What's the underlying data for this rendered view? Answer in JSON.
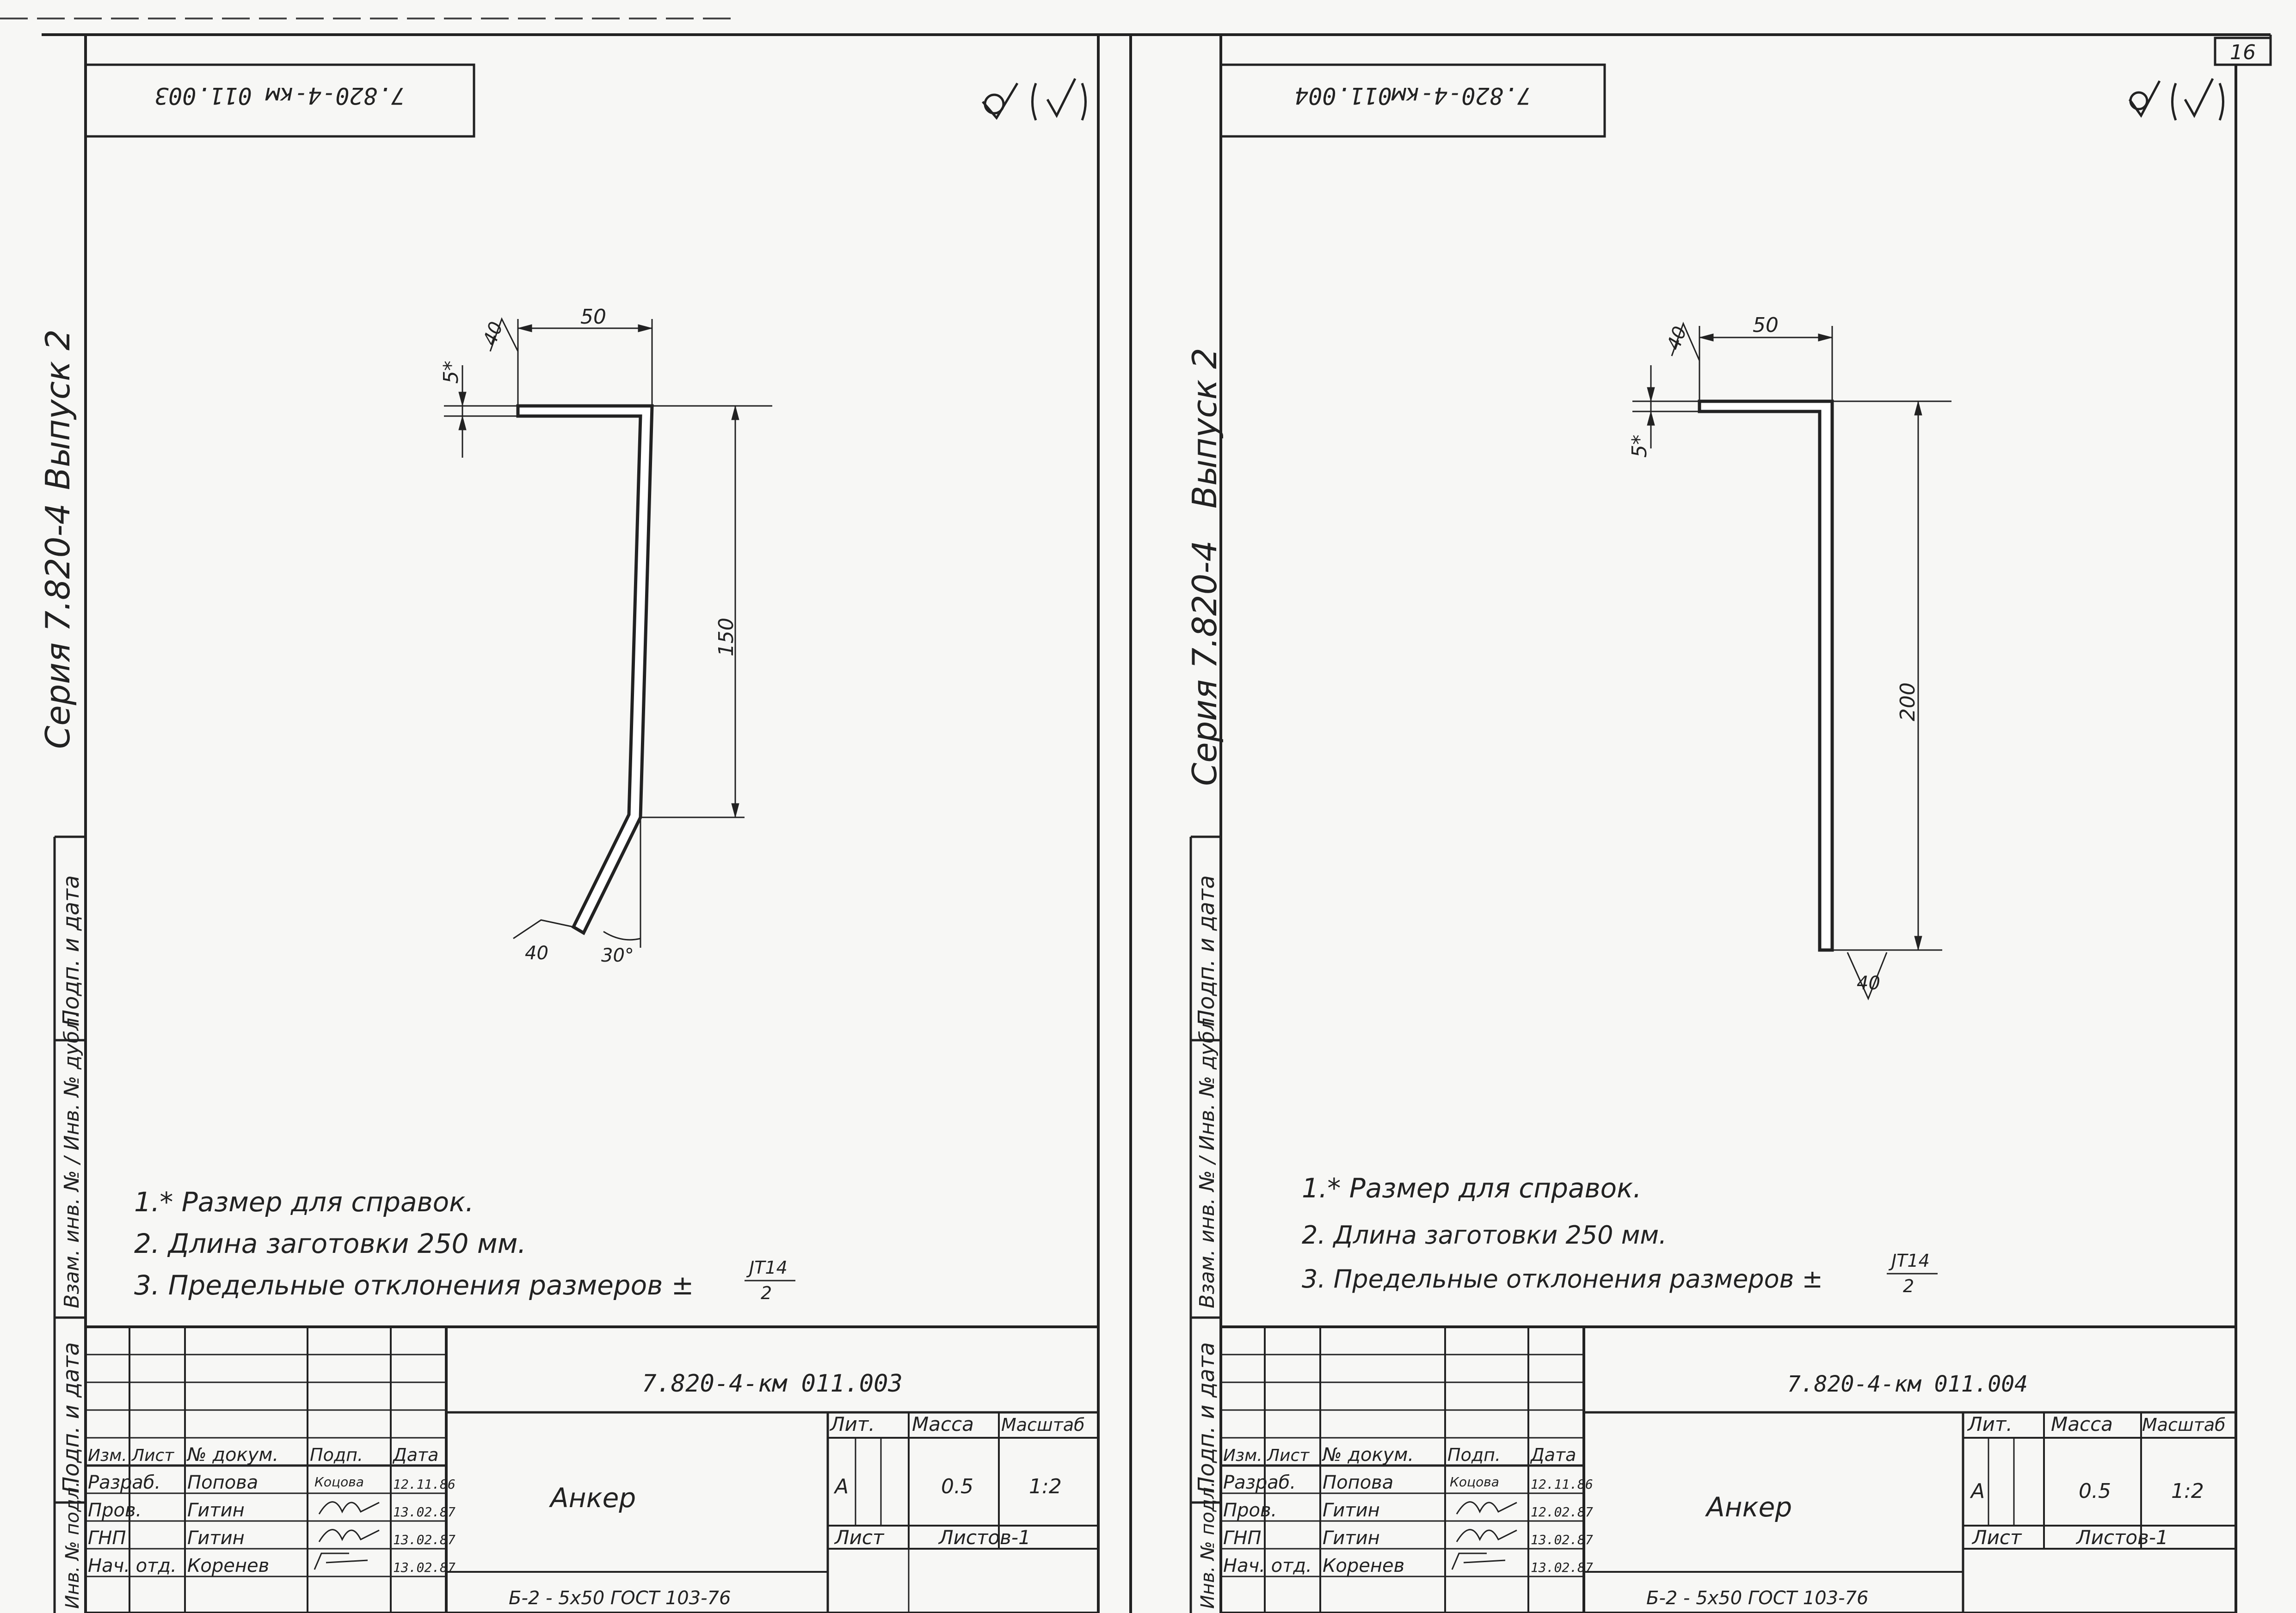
{
  "sheet_number": "16",
  "left": {
    "top_code": "7.820-4-км 011.003",
    "series": "Серия 7.820-4",
    "issue": "Выпуск 2",
    "side_labels": [
      "Подп. и дата",
      "Взам. инв. № / Инв. № дубл.",
      "Подп. и дата",
      "Инв. № подл."
    ],
    "dims": {
      "top_len": "50",
      "top_thk": "40",
      "ref": "5*",
      "vert_len": "150",
      "bot_thk": "40",
      "angle": "30°"
    },
    "notes": [
      "1.* Размер для справок.",
      "2. Длина заготовки 250 мм.",
      "3. Предельные отклонения размеров ±"
    ],
    "tolerance_num": "JT14",
    "tolerance_den": "2",
    "title_block": {
      "code": "7.820-4-км 011.003",
      "name": "Анкер",
      "col_headers": [
        "Изм.",
        "Лист",
        "№ докум.",
        "Подп.",
        "Дата"
      ],
      "rows": [
        {
          "role": "Разраб.",
          "name": "Попова",
          "sign": "Коцова",
          "date": "12.11.86"
        },
        {
          "role": "Пров.",
          "name": "Гитин",
          "sign": "",
          "date": "13.02.87"
        },
        {
          "role": "ГНП",
          "name": "Гитин",
          "sign": "",
          "date": "13.02.87"
        },
        {
          "role": "Нач. отд.",
          "name": "Коренев",
          "sign": "",
          "date": "13.02.87"
        }
      ],
      "lit_header": "Лит.",
      "mass_header": "Масса",
      "scale_header": "Масштаб",
      "lit": "А",
      "mass": "0.5",
      "scale": "1:2",
      "sheet_label": "Лист",
      "sheets_label": "Листов-1",
      "material": "Б-2 - 5х50 ГОСТ 103-76"
    }
  },
  "right": {
    "top_code": "7.820-4-км011.004",
    "series": "Серия 7.820-4",
    "issue": "Выпуск 2",
    "side_labels": [
      "Подп. и дата",
      "Взам. инв. № / Инв. № дубл.",
      "Подп. и дата",
      "Инв. № подл."
    ],
    "dims": {
      "top_len": "50",
      "top_thk": "40",
      "ref": "5*",
      "vert_len": "200",
      "bot_thk": "40"
    },
    "notes": [
      "1.* Размер для справок.",
      "2. Длина заготовки 250 мм.",
      "3. Предельные отклонения размеров ±"
    ],
    "tolerance_num": "JT14",
    "tolerance_den": "2",
    "title_block": {
      "code": "7.820-4-км 011.004",
      "name": "Анкер",
      "col_headers": [
        "Изм.",
        "Лист",
        "№ докум.",
        "Подп.",
        "Дата"
      ],
      "rows": [
        {
          "role": "Разраб.",
          "name": "Попова",
          "sign": "Коцова",
          "date": "12.11.86"
        },
        {
          "role": "Пров.",
          "name": "Гитин",
          "sign": "",
          "date": "12.02.87"
        },
        {
          "role": "ГНП",
          "name": "Гитин",
          "sign": "",
          "date": "13.02.87"
        },
        {
          "role": "Нач. отд.",
          "name": "Коренев",
          "sign": "",
          "date": "13.02.87"
        }
      ],
      "lit_header": "Лит.",
      "mass_header": "Масса",
      "scale_header": "Масштаб",
      "lit": "А",
      "mass": "0.5",
      "scale": "1:2",
      "sheet_label": "Лист",
      "sheets_label": "Листов-1",
      "material": "Б-2 - 5х50 ГОСТ 103-76"
    }
  }
}
